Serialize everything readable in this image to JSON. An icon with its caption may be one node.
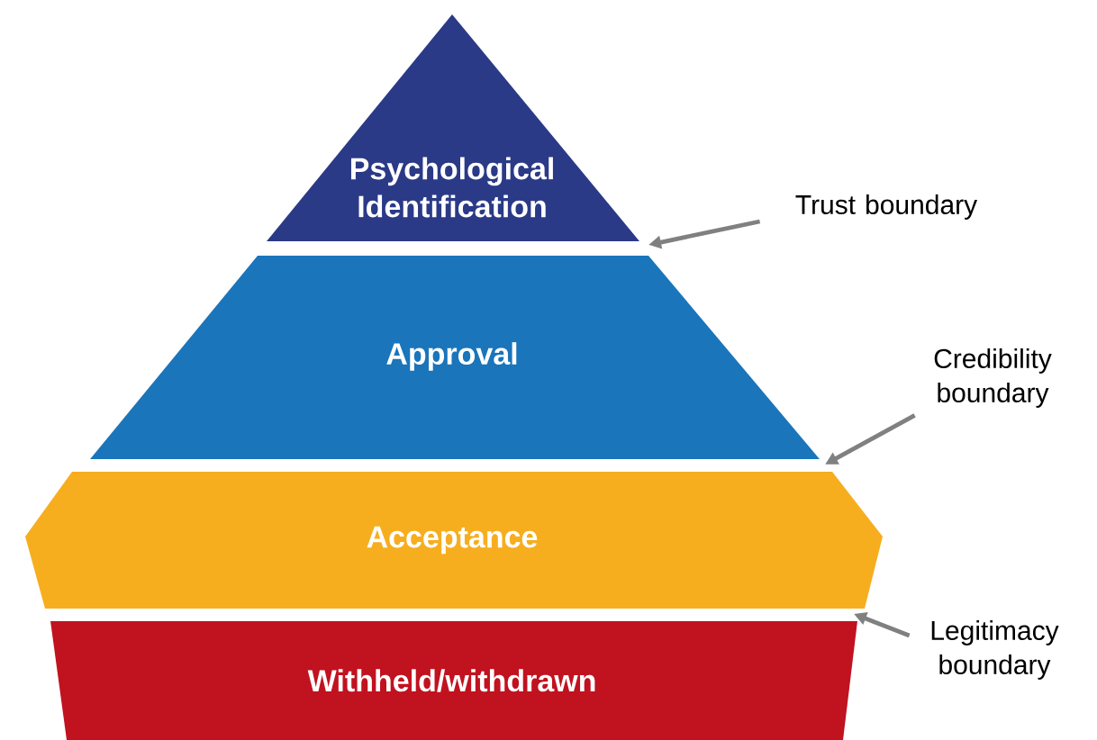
{
  "diagram": {
    "nodes": [
      {
        "text": [
          "Psychological Identification"
        ]
      },
      {
        "text": [
          "Approval"
        ]
      },
      {
        "text": [
          "Acceptance"
        ]
      },
      {
        "text": [
          "Withheld/withdrawn"
        ]
      },
      {
        "text": [
          "Trust boundary"
        ]
      },
      {
        "text": [
          "Credibility boundary"
        ]
      },
      {
        "text": [
          "Legitimacy boundary"
        ]
      }
    ],
    "edges": [
      {
        "from": 4,
        "to": 0,
        "arrow": "to"
      },
      {
        "from": 5,
        "to": 2,
        "arrow": "to"
      },
      {
        "from": 6,
        "to": 3,
        "arrow": "to"
      }
    ]
  }
}
